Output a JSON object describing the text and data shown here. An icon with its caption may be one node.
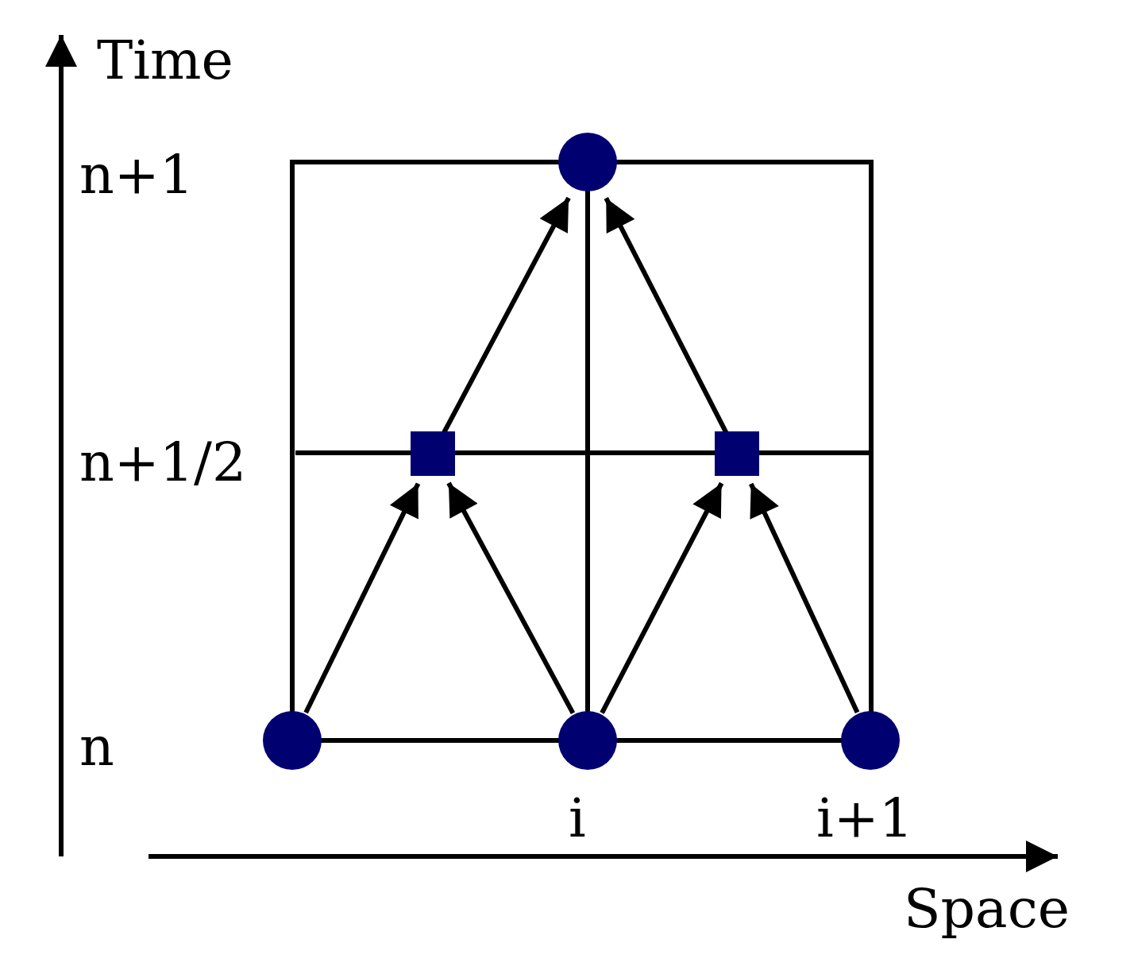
{
  "diagram": {
    "nodes": [
      {
        "text": [],
        "shape": "circle"
      },
      {
        "text": [],
        "shape": "box"
      },
      {
        "text": [],
        "shape": "box"
      },
      {
        "text": [],
        "shape": "circle"
      },
      {
        "text": [],
        "shape": "circle"
      },
      {
        "text": [],
        "shape": "circle"
      }
    ],
    "edges": [
      {
        "from": 3,
        "to": 1,
        "arrow": "to"
      },
      {
        "from": 4,
        "to": 1,
        "arrow": "to"
      },
      {
        "from": 4,
        "to": 2,
        "arrow": "to"
      },
      {
        "from": 5,
        "to": 2,
        "arrow": "to"
      },
      {
        "from": 1,
        "to": 0,
        "arrow": "to"
      },
      {
        "from": 2,
        "to": 0,
        "arrow": "to"
      }
    ],
    "labels": [
      "Time",
      "n+1",
      "n+1/2",
      "n",
      "i",
      "i+1",
      "Space"
    ]
  }
}
